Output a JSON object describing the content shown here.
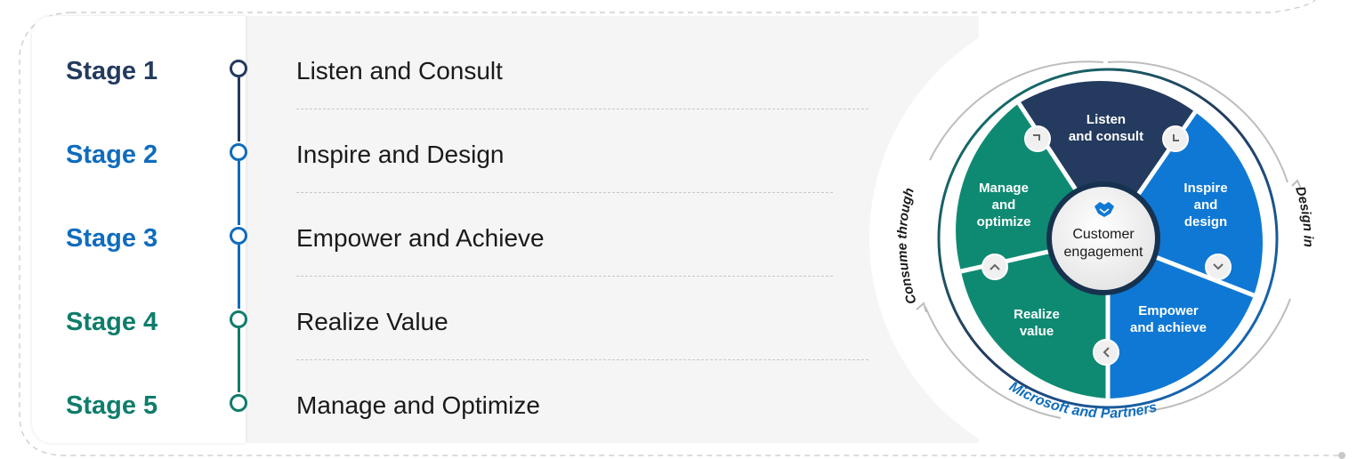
{
  "stages": [
    {
      "label": "Stage 1",
      "title": "Listen and Consult",
      "color": "#243a5e"
    },
    {
      "label": "Stage 2",
      "title": "Inspire and Design",
      "color": "#0f6cbd"
    },
    {
      "label": "Stage 3",
      "title": "Empower and Achieve",
      "color": "#0f6cbd"
    },
    {
      "label": "Stage 4",
      "title": "Realize Value",
      "color": "#0f7d6b"
    },
    {
      "label": "Stage 5",
      "title": "Manage and Optimize",
      "color": "#0f7d6b"
    }
  ],
  "wheel": {
    "center_label_line1": "Customer",
    "center_label_line2": "engagement",
    "center_icon": "handshake-icon",
    "segments": [
      {
        "line1": "Listen",
        "line2": "and consult",
        "color": "#243a5e"
      },
      {
        "line1": "Inspire",
        "line2": "and",
        "line3": "design",
        "color": "#0f78d4"
      },
      {
        "line1": "Empower",
        "line2": "and achieve",
        "color": "#0f78d4"
      },
      {
        "line1": "Realize",
        "line2": "value",
        "color": "#0f8a72"
      },
      {
        "line1": "Manage",
        "line2": "and",
        "line3": "optimize",
        "color": "#0f8a72"
      }
    ],
    "left_arc_text": "Consume through",
    "right_arc_text": "Design in",
    "bottom_arc_text": "Microsoft and Partners"
  },
  "colors": {
    "navy": "#243a5e",
    "blue": "#0f6cbd",
    "teal": "#0f7d6b",
    "gray_panel": "#f5f5f5",
    "dash": "#c8c8c8"
  }
}
